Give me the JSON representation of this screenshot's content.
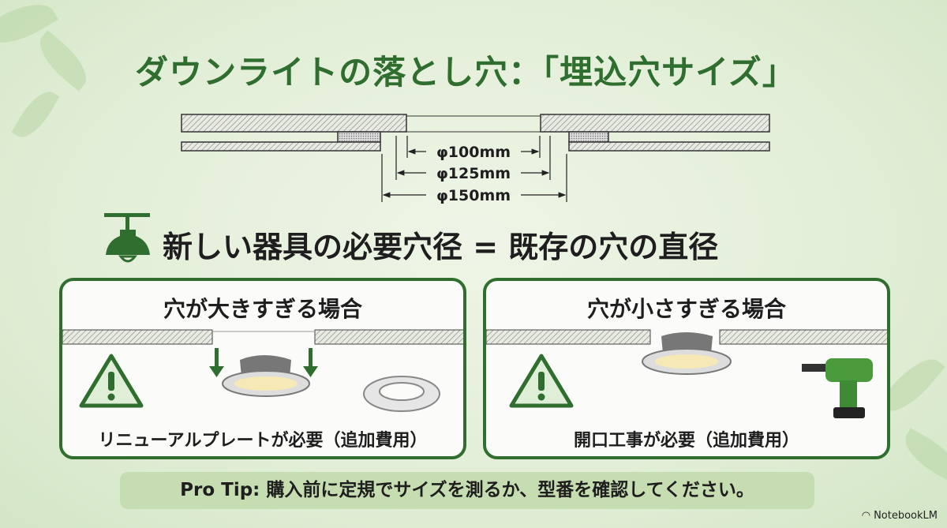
{
  "title": "ダウンライトの落とし穴：「埋込穴サイズ」",
  "diagram": {
    "dimensions": [
      "φ100mm",
      "φ125mm",
      "φ150mm"
    ]
  },
  "subheading": "新しい器具の必要穴径 = 既存の穴の直径",
  "cards": [
    {
      "title": "穴が大きすぎる場合",
      "caption": "リニューアルプレートが必要（追加費用）"
    },
    {
      "title": "穴が小さすぎる場合",
      "caption": "開口工事が必要（追加費用）"
    }
  ],
  "pro_tip": "Pro Tip: 購入前に定規でサイズを測るか、型番を確認してください。",
  "branding": "NotebookLM",
  "colors": {
    "accent": "#2f6e2e",
    "tip_bg": "#c6ddb1"
  }
}
